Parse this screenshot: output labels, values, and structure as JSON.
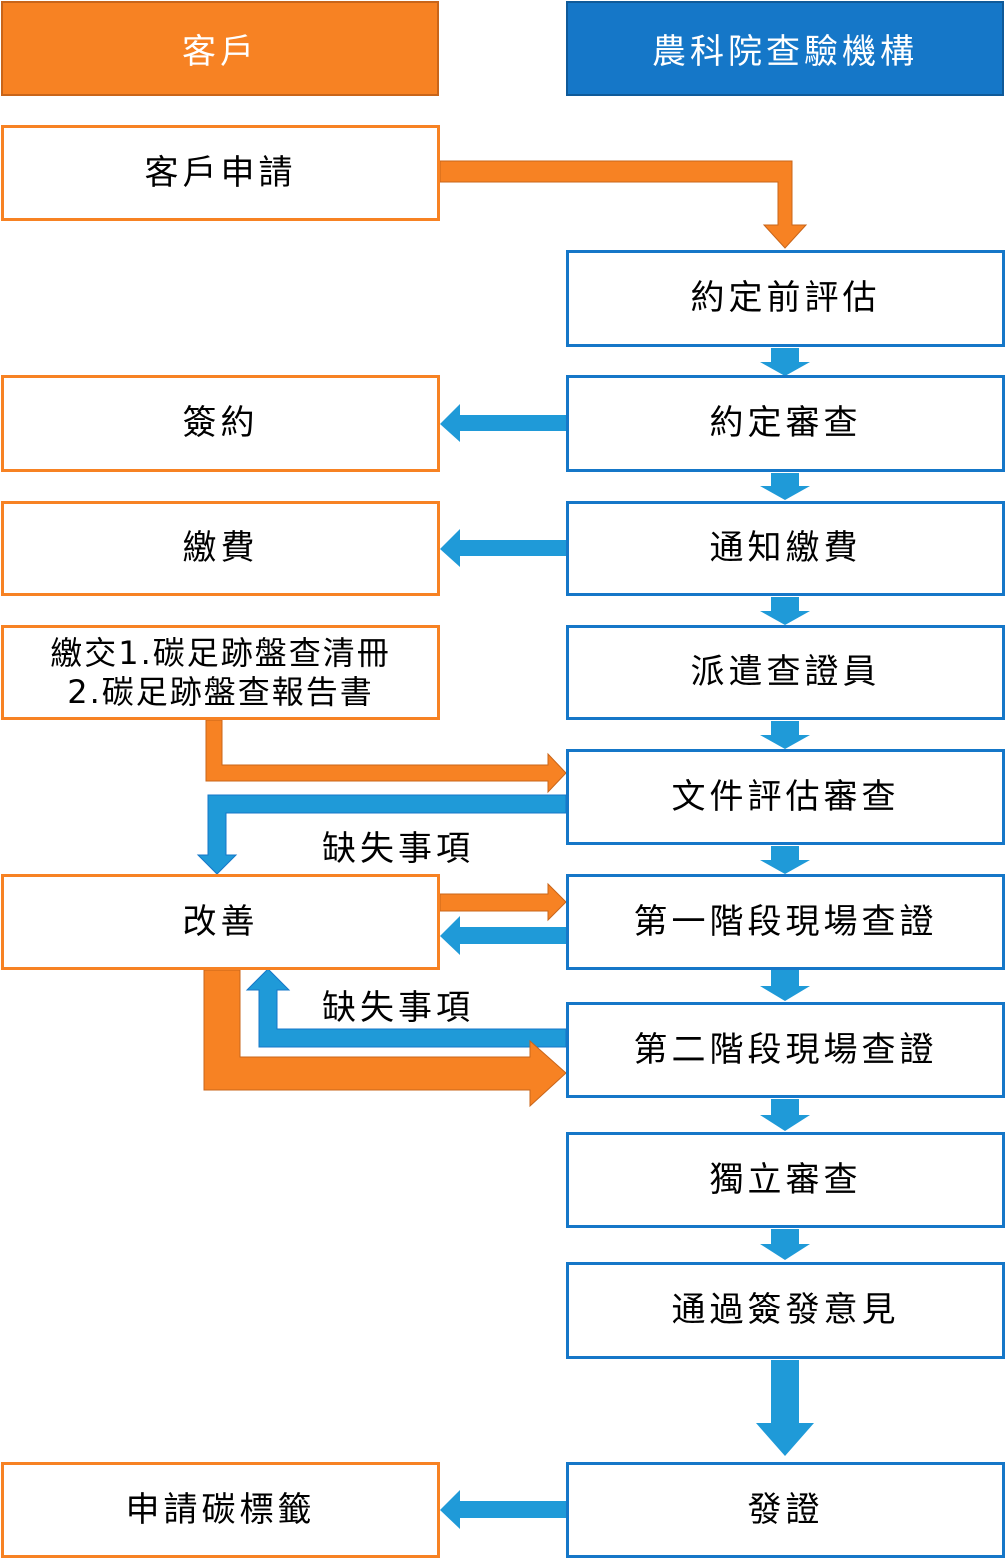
{
  "colors": {
    "client": "#f78223",
    "institution": "#1577c8",
    "arrow_blue": "#1f9ad8"
  },
  "headers": {
    "client": "客戶",
    "institution": "農科院查驗機構"
  },
  "client_steps": {
    "apply": "客戶申請",
    "sign": "簽約",
    "pay": "繳費",
    "submit_line1": "繳交1.碳足跡盤查清冊",
    "submit_line2": "2.碳足跡盤查報告書",
    "improve": "改善",
    "label_apply": "申請碳標籤"
  },
  "institution_steps": {
    "pre_assessment": "約定前評估",
    "contract_review": "約定審查",
    "payment_notice": "通知繳費",
    "assign_verifier": "派遣查證員",
    "document_review": "文件評估審查",
    "stage1": "第一階段現場查證",
    "stage2": "第二階段現場查證",
    "independent_review": "獨立審查",
    "opinion": "通過簽發意見",
    "certificate": "發證"
  },
  "annotations": {
    "deficiency_1": "缺失事項",
    "deficiency_2": "缺失事項"
  }
}
